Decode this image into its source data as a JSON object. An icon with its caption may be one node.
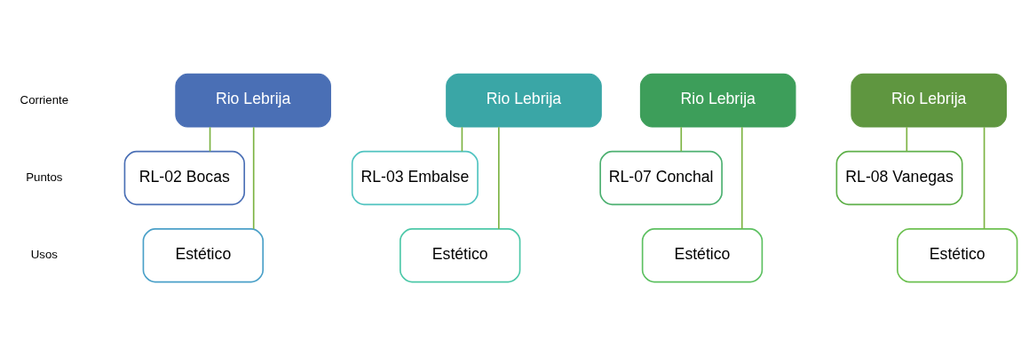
{
  "diagram": {
    "nodes": [
      {
        "text": [
          "Rio Lebrija"
        ]
      },
      {
        "text": [
          "RL-02 Bocas"
        ]
      },
      {
        "text": [
          "Estético"
        ]
      },
      {
        "text": [
          "Rio Lebrija"
        ]
      },
      {
        "text": [
          "RL-03 Embalse"
        ]
      },
      {
        "text": [
          "Estético"
        ]
      },
      {
        "text": [
          "Rio Lebrija"
        ]
      },
      {
        "text": [
          "RL-07 Conchal"
        ]
      },
      {
        "text": [
          "Estético"
        ]
      },
      {
        "text": [
          "Rio Lebrija"
        ]
      },
      {
        "text": [
          "RL-08 Vanegas"
        ]
      },
      {
        "text": [
          "Estético"
        ]
      }
    ],
    "edges": [
      {
        "from": 0,
        "to": 1,
        "arrow": "none"
      },
      {
        "from": 0,
        "to": 2,
        "arrow": "none"
      },
      {
        "from": 3,
        "to": 4,
        "arrow": "none"
      },
      {
        "from": 3,
        "to": 5,
        "arrow": "none"
      },
      {
        "from": 6,
        "to": 7,
        "arrow": "none"
      },
      {
        "from": 6,
        "to": 8,
        "arrow": "none"
      },
      {
        "from": 9,
        "to": 10,
        "arrow": "none"
      },
      {
        "from": 9,
        "to": 11,
        "arrow": "none"
      }
    ],
    "labels": [
      "Corriente",
      "Puntos",
      "Usos"
    ]
  }
}
